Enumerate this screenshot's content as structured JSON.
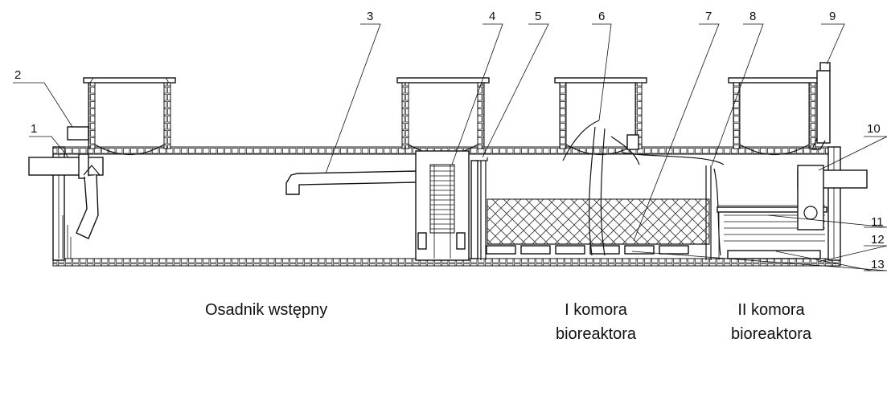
{
  "callouts": [
    "1",
    "2",
    "3",
    "4",
    "5",
    "6",
    "7",
    "8",
    "9",
    "10",
    "11",
    "12",
    "13"
  ],
  "captions": {
    "primary_settler": "Osadnik wstępny",
    "chamber1_line1": "I komora",
    "chamber1_line2": "bioreaktora",
    "chamber2_line1": "II komora",
    "chamber2_line2": "bioreaktora"
  }
}
